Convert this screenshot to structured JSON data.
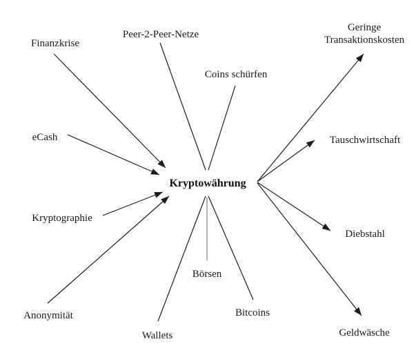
{
  "diagram": {
    "type": "concept-map",
    "center_node": {
      "id": "kryptowaehrung",
      "label": "Kryptowährung"
    },
    "nodes": {
      "finanzkrise": {
        "label": "Finanzkrise",
        "relation": "incoming",
        "arrowhead": true
      },
      "peer2peer": {
        "label": "Peer-2-Peer-Netze",
        "relation": "incoming",
        "arrowhead": false
      },
      "coins_schuerfen": {
        "label": "Coins schürfen",
        "relation": "incoming",
        "arrowhead": false
      },
      "ecash": {
        "label": "eCash",
        "relation": "incoming",
        "arrowhead": true
      },
      "kryptographie": {
        "label": "Kryptographie",
        "relation": "incoming",
        "arrowhead": true
      },
      "anonymitaet": {
        "label": "Anonymität",
        "relation": "incoming",
        "arrowhead": true
      },
      "wallets": {
        "label": "Wallets",
        "relation": "incoming",
        "arrowhead": false
      },
      "boersen": {
        "label": "Börsen",
        "relation": "incoming",
        "arrowhead": false
      },
      "bitcoins": {
        "label": "Bitcoins",
        "relation": "incoming",
        "arrowhead": false
      },
      "geringe_kosten": {
        "label": "Geringe Transaktionskosten",
        "relation": "outgoing",
        "arrowhead": true
      },
      "tauschwirtschaft": {
        "label": "Tauschwirtschaft",
        "relation": "outgoing",
        "arrowhead": true
      },
      "diebstahl": {
        "label": "Diebstahl",
        "relation": "outgoing",
        "arrowhead": true
      },
      "geldwaesche": {
        "label": "Geldwäsche",
        "relation": "outgoing",
        "arrowhead": true
      }
    },
    "edges": [
      {
        "from": "Finanzkrise",
        "to": "Kryptowährung",
        "arrow": true
      },
      {
        "from": "Peer-2-Peer-Netze",
        "to": "Kryptowährung",
        "arrow": false
      },
      {
        "from": "Coins schürfen",
        "to": "Kryptowährung",
        "arrow": false
      },
      {
        "from": "eCash",
        "to": "Kryptowährung",
        "arrow": true
      },
      {
        "from": "Kryptographie",
        "to": "Kryptowährung",
        "arrow": true
      },
      {
        "from": "Anonymität",
        "to": "Kryptowährung",
        "arrow": true
      },
      {
        "from": "Wallets",
        "to": "Kryptowährung",
        "arrow": false
      },
      {
        "from": "Börsen",
        "to": "Kryptowährung",
        "arrow": false
      },
      {
        "from": "Bitcoins",
        "to": "Kryptowährung",
        "arrow": false
      },
      {
        "from": "Kryptowährung",
        "to": "Geringe Transaktionskosten",
        "arrow": true
      },
      {
        "from": "Kryptowährung",
        "to": "Tauschwirtschaft",
        "arrow": true
      },
      {
        "from": "Kryptowährung",
        "to": "Diebstahl",
        "arrow": true
      },
      {
        "from": "Kryptowährung",
        "to": "Geldwäsche",
        "arrow": true
      }
    ],
    "colors": {
      "background": "#ffffff",
      "line": "#1c1c1c",
      "boersen_line": "#8a8a8a",
      "text": "#1a1a1a"
    }
  }
}
